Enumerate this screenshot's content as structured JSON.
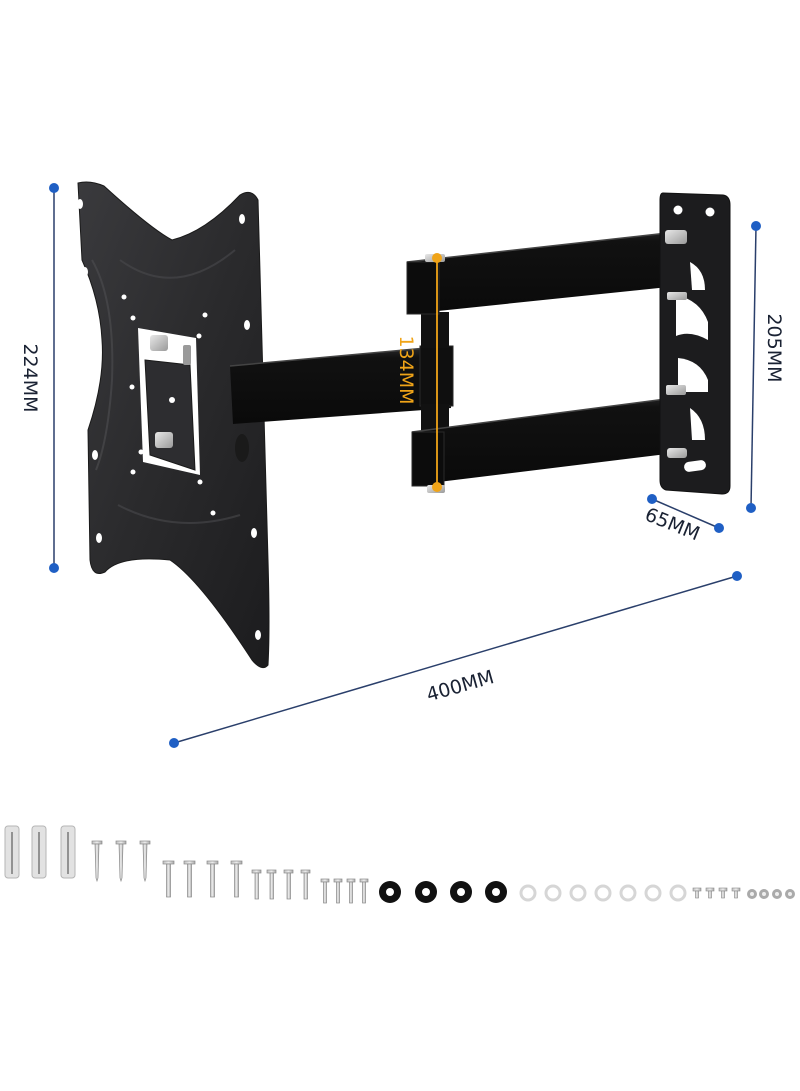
{
  "product": {
    "type": "full-motion swing-arm TV wall mount",
    "color": "#1c1c1e"
  },
  "dimensions": {
    "plate_height": {
      "label": "224MM",
      "value_mm": 224,
      "color": "#1f5fc4"
    },
    "arm_fold_height": {
      "label": "134MM",
      "value_mm": 134,
      "color": "#f0a418"
    },
    "wall_plate_height": {
      "label": "205MM",
      "value_mm": 205,
      "color": "#1f5fc4"
    },
    "wall_plate_depth": {
      "label": "65MM",
      "value_mm": 65,
      "color": "#1f5fc4"
    },
    "max_extension": {
      "label": "400MM",
      "value_mm": 400,
      "color": "#1f5fc4"
    }
  },
  "hardware_kit": {
    "wall_anchors": 3,
    "lag_screws": 3,
    "long_bolts": 4,
    "medium_bolts": 4,
    "short_bolts": 4,
    "black_spacers": 4,
    "clear_washers": 7,
    "small_screws": 4,
    "small_washers": 4
  }
}
